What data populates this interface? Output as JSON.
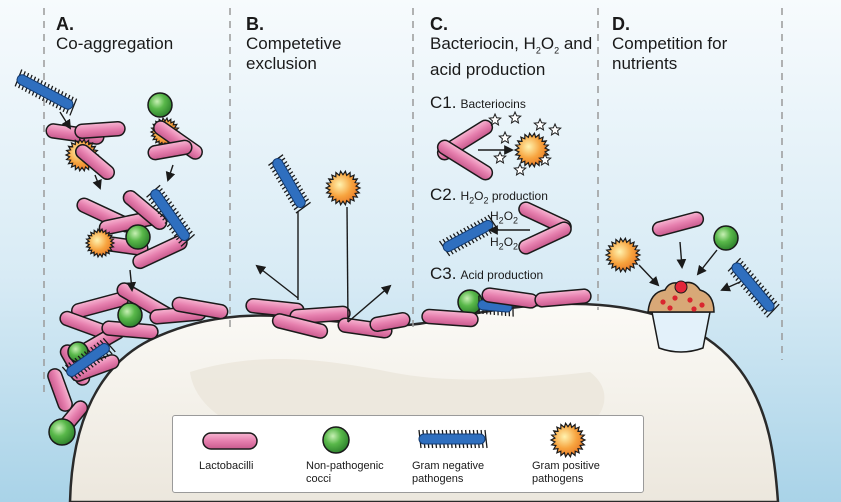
{
  "sections": [
    {
      "letter": "A.",
      "title": "Co-aggregation"
    },
    {
      "letter": "B.",
      "title": "Competetive exclusion"
    },
    {
      "letter": "C.",
      "title_prefix": "Bacteriocin, H",
      "title_sub": "2",
      "title_mid": "O",
      "title_sub2": "2",
      "title_suffix": " and acid production"
    },
    {
      "letter": "D.",
      "title": "Competition for nutrients"
    }
  ],
  "subsections": {
    "c1": {
      "code": "C1.",
      "label": "Bacteriocins"
    },
    "c2": {
      "code": "C2.",
      "label_prefix": "H",
      "label_sub": "2",
      "label_mid": "O",
      "label_sub2": "2",
      "label_suffix": " production"
    },
    "c3": {
      "code": "C3.",
      "label": "Acid production"
    }
  },
  "c2_annotations": {
    "top": "H2O2",
    "bottom": "H2O2"
  },
  "legend": {
    "items": [
      {
        "key": "lactobacilli",
        "label": "Lactobacilli"
      },
      {
        "key": "non_pathogenic",
        "label": "Non-pathogenic cocci"
      },
      {
        "key": "gram_negative",
        "label": "Gram negative pathogens"
      },
      {
        "key": "gram_positive",
        "label": "Gram positive pathogens"
      }
    ]
  },
  "icons": {
    "lactobacillus": "pink-rod-icon",
    "non_pathogenic_coccus": "green-sphere-icon",
    "gram_negative": "blue-spiky-rod-icon",
    "gram_positive": "orange-starburst-icon",
    "bacteriocin": "white-star-icon",
    "nutrient": "cupcake-icon"
  },
  "colors": {
    "lactobacilli": "#e986b3",
    "non_pathogenic": "#44a844",
    "gram_negative": "#2c5fa8",
    "gram_positive": "#f39b3a",
    "background_top": "#f4f9fc",
    "background_bottom": "#a9d3e8",
    "tooth": "#f2efe9"
  }
}
